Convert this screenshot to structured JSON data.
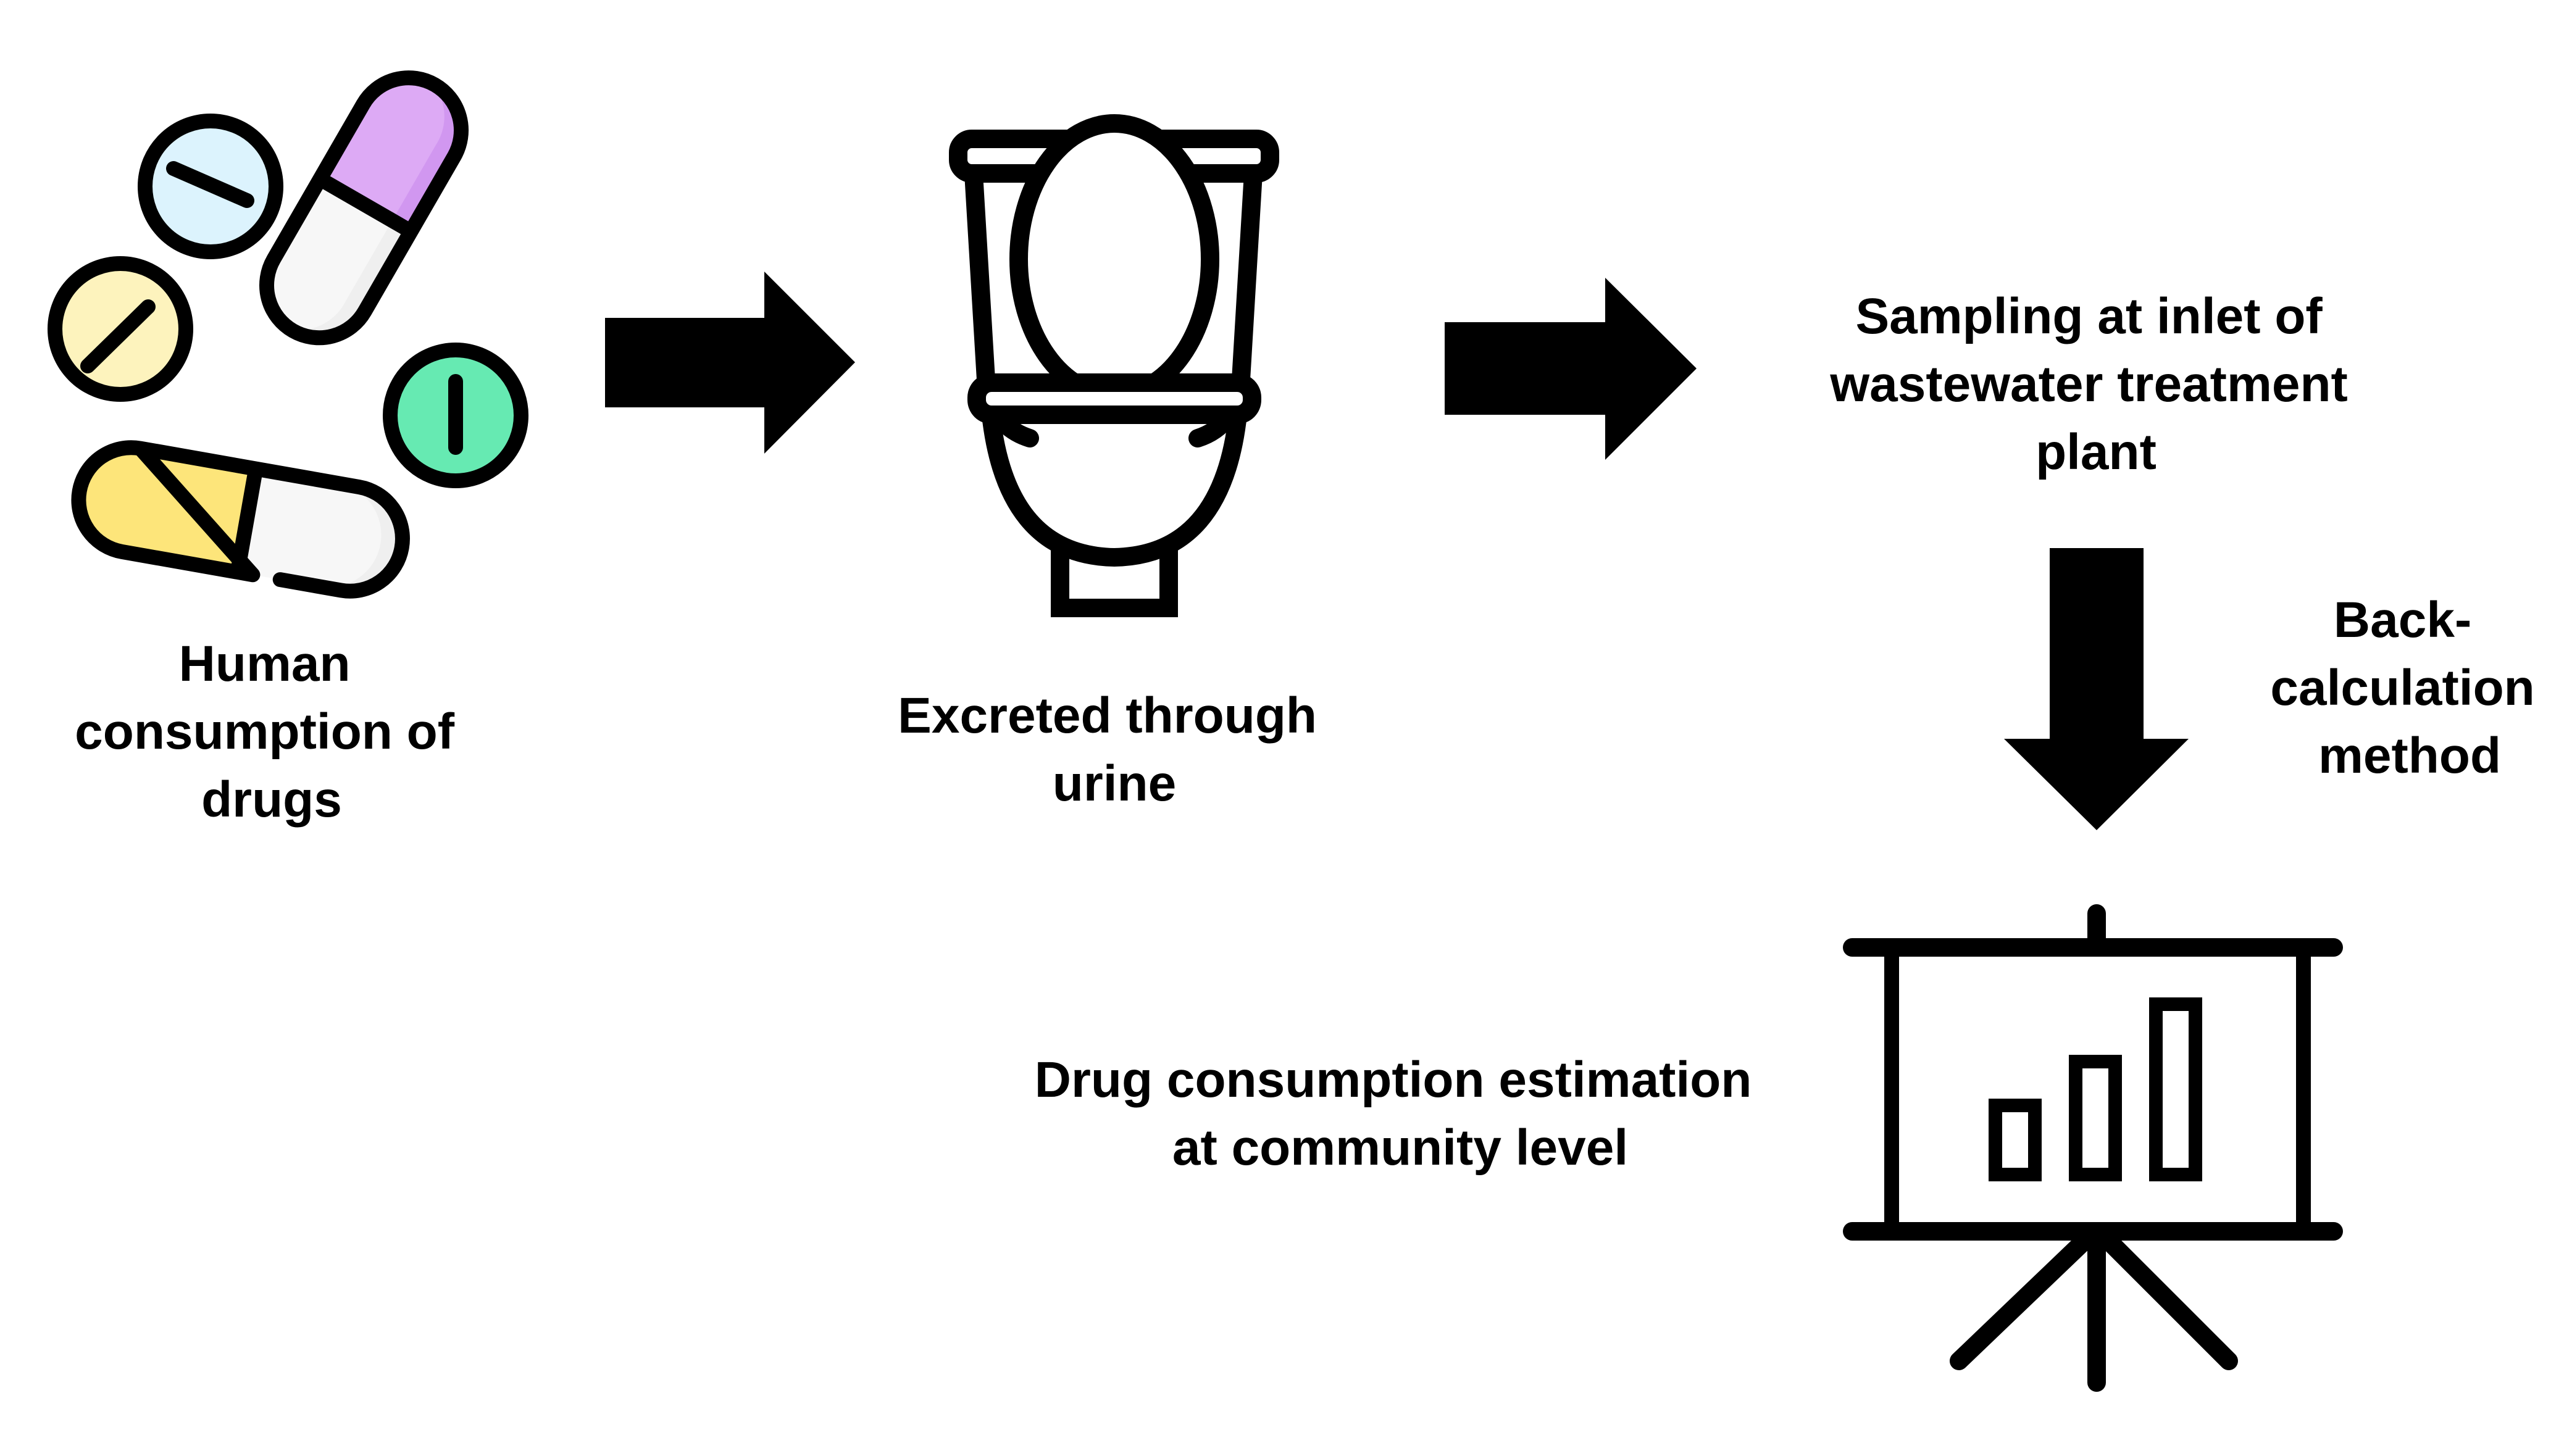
{
  "diagram": {
    "title": "Wastewater-based drug consumption estimation workflow",
    "colors": {
      "pill_blue": "#DCF3FD",
      "pill_yellow_light": "#FDF3BD",
      "pill_green": "#66EAB2",
      "capsule_purple": "#DDAAF5",
      "capsule_purple_shade": "#D197F0",
      "capsule_yellow": "#FDE57A",
      "capsule_white": "#F7F7F7",
      "capsule_white_shade": "#EFEFEF",
      "outline": "#000000"
    },
    "steps": [
      {
        "id": "consumption",
        "icon": "pills-icon",
        "label_lines": [
          "Human",
          "consumption of",
          "drugs"
        ]
      },
      {
        "id": "excretion",
        "icon": "toilet-icon",
        "label_lines": [
          "Excreted through",
          "urine"
        ]
      },
      {
        "id": "sampling",
        "icon": "",
        "label_lines": [
          "Sampling at inlet of",
          "wastewater treatment",
          "plant"
        ]
      },
      {
        "id": "estimation",
        "icon": "presentation-chart-icon",
        "label_lines": [
          "Drug consumption estimation",
          "at community level"
        ]
      }
    ],
    "connectors": [
      {
        "from": "consumption",
        "to": "excretion",
        "direction": "right",
        "label_lines": []
      },
      {
        "from": "excretion",
        "to": "sampling",
        "direction": "right",
        "label_lines": []
      },
      {
        "from": "sampling",
        "to": "estimation",
        "direction": "down",
        "label_lines": [
          "Back-",
          "calculation",
          "method"
        ]
      }
    ]
  }
}
